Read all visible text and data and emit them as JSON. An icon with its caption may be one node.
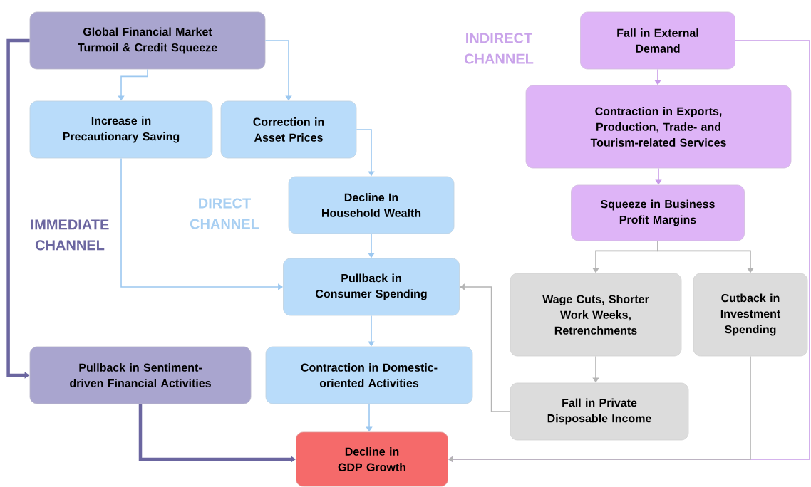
{
  "diagram": {
    "nodes": [
      {
        "text": [
          "Global Financial Market Turmoil & Credit Squeeze"
        ]
      },
      {
        "text": [
          "Increase in Precautionary Saving"
        ]
      },
      {
        "text": [
          "Correction in Asset Prices"
        ]
      },
      {
        "text": [
          "Decline In Household Wealth"
        ]
      },
      {
        "text": [
          "Pullback in Consumer Spending"
        ]
      },
      {
        "text": [
          "Pullback in Sentiment-driven Financial Activities"
        ]
      },
      {
        "text": [
          "Contraction in Domestic-oriented Activities"
        ]
      },
      {
        "text": [
          "Decline in GDP Growth"
        ]
      },
      {
        "text": [
          "Fall in External Demand"
        ]
      },
      {
        "text": [
          "Contraction in Exports, Production, Trade- and Tourism-related Services"
        ]
      },
      {
        "text": [
          "Squeeze in Business Profit Margins"
        ]
      },
      {
        "text": [
          "Wage Cuts, Shorter Work Weeks, Retrenchments"
        ]
      },
      {
        "text": [
          "Cutback in Investment Spending"
        ]
      },
      {
        "text": [
          "Fall in Private Disposable Income"
        ]
      }
    ],
    "edges": [
      {
        "from": 0,
        "to": 1,
        "arrow": "to"
      },
      {
        "from": 0,
        "to": 2,
        "arrow": "to"
      },
      {
        "from": 0,
        "to": 5,
        "arrow": "to",
        "style": "thick",
        "color": "#6b66a0"
      },
      {
        "from": 1,
        "to": 4,
        "arrow": "to"
      },
      {
        "from": 2,
        "to": 3,
        "arrow": "to"
      },
      {
        "from": 3,
        "to": 4,
        "arrow": "to"
      },
      {
        "from": 4,
        "to": 6,
        "arrow": "to"
      },
      {
        "from": 6,
        "to": 7,
        "arrow": "to"
      },
      {
        "from": 5,
        "to": 7,
        "arrow": "to",
        "style": "thick",
        "color": "#6b66a0"
      },
      {
        "from": 8,
        "to": 9,
        "arrow": "to",
        "color": "#c89be8"
      },
      {
        "from": 9,
        "to": 10,
        "arrow": "to",
        "color": "#c89be8"
      },
      {
        "from": 8,
        "to": 7,
        "arrow": "to",
        "color": "#c89be8"
      },
      {
        "from": 10,
        "to": 11,
        "arrow": "to",
        "color": "#b4b4b4"
      },
      {
        "from": 10,
        "to": 12,
        "arrow": "to",
        "color": "#b4b4b4"
      },
      {
        "from": 11,
        "to": 13,
        "arrow": "to",
        "color": "#b4b4b4"
      },
      {
        "from": 13,
        "to": 4,
        "arrow": "to",
        "color": "#b4b4b4"
      },
      {
        "from": 12,
        "to": 7,
        "arrow": "to",
        "color": "#b4b4b4"
      }
    ],
    "labels": [
      "INDIRECT CHANNEL",
      "DIRECT CHANNEL",
      "IMMEDIATE CHANNEL"
    ]
  }
}
